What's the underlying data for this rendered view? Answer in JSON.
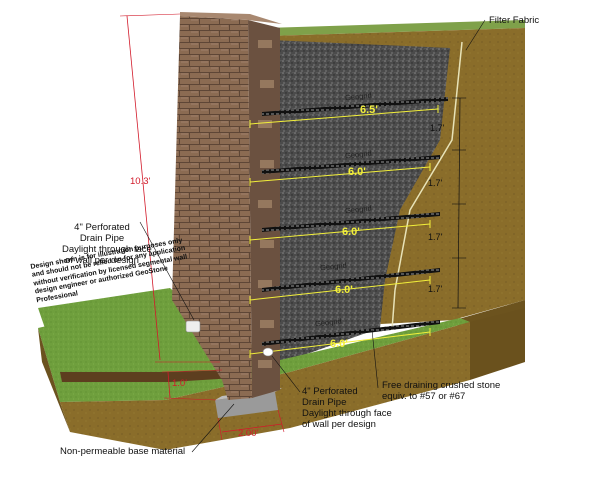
{
  "labels": {
    "filter_fabric": "Filter Fabric",
    "drain_pipe_upper": [
      "4\" Perforated",
      "Drain Pipe",
      "Daylight through face",
      "of wall per design"
    ],
    "drain_pipe_lower": [
      "4\" Perforated",
      "Drain Pipe",
      "Daylight through face",
      "of wall per design"
    ],
    "stone": [
      "Free draining crushed stone",
      "equiv. to #57 or #67"
    ],
    "base": "Non-permeable base material",
    "disclaimer": "Design shown is for illustration purposes only and should not be relied on for any application without verification by licensed segmental wall design engineer or authorized GeoStone Professional"
  },
  "dimensions": {
    "wall_height": "10.3'",
    "base_width": "2.00'",
    "embed": "1.0'",
    "vertical_spacing": [
      "1.7'",
      "1.7'",
      "1.7'",
      "1.7'"
    ]
  },
  "geogrids": [
    {
      "name": "Geogrid",
      "length": "6.5'"
    },
    {
      "name": "Geogrid",
      "length": "6.0'"
    },
    {
      "name": "Geogrid",
      "length": "6.0'"
    },
    {
      "name": "Geogrid",
      "length": "6.0'"
    },
    {
      "name": "Geogrid",
      "length": "6.0'"
    }
  ],
  "colors": {
    "brick": "#8a6a52",
    "gravel": "#4a4a4a",
    "soil": "#8a6d2a",
    "grass": "#6e9e3c",
    "dimension": "#d21a2a",
    "geogrid_length": "#f2ef3a"
  }
}
